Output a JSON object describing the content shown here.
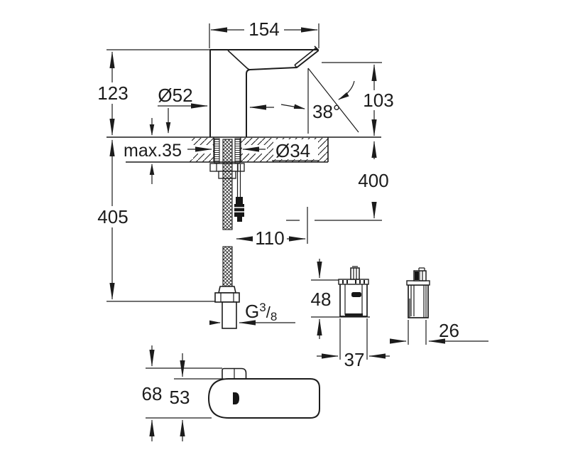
{
  "meta": {
    "drawing_type": "technical dimension drawing",
    "subject": "infrared sensor basin faucet with mounting shank, supply hose and control box",
    "units_implied": "mm",
    "line_color": "#1c1c1c",
    "background_color": "#ffffff"
  },
  "front_view": {
    "dim_spout_width": "154",
    "dim_body_height": "123",
    "dim_body_diameter": "Ø52",
    "dim_spray_angle": "38°",
    "dim_outlet_height": "103",
    "dim_deck_thickness": "max.35",
    "dim_hole_diameter": "Ø34",
    "dim_mount_height": "400",
    "dim_hose_length": "405",
    "dim_hose_offset": "110",
    "thread_label": {
      "prefix": "G",
      "numerator": "3",
      "slash": "/",
      "denominator": "8"
    }
  },
  "control_box": {
    "dim_height": "48",
    "dim_width": "37",
    "dim_depth": "26"
  },
  "top_view": {
    "dim_overall_depth": "68",
    "dim_body_depth": "53"
  }
}
